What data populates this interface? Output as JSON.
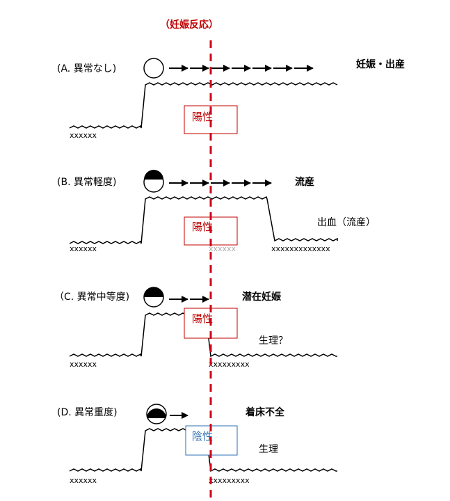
{
  "header": {
    "title": "（妊娠反応）"
  },
  "rows": [
    {
      "id": "a",
      "case": "(A. 異常なし)",
      "outcome": "妊娠・出産",
      "test": "陽性",
      "note": ""
    },
    {
      "id": "b",
      "case": "(B. 異常軽度)",
      "outcome": "流産",
      "test": "陽性",
      "note": "出血（流産）"
    },
    {
      "id": "c",
      "case": "（C. 異常中等度)",
      "outcome": "潜在妊娠",
      "test": "陽性",
      "note": "生理？"
    },
    {
      "id": "d",
      "case": "(D. 異常重度)",
      "outcome": "着床不全",
      "test": "陰性",
      "note": "生理"
    }
  ],
  "colors": {
    "dashed_line": "#d0021b",
    "positive": "#c00000",
    "negative": "#2e6fb5"
  }
}
